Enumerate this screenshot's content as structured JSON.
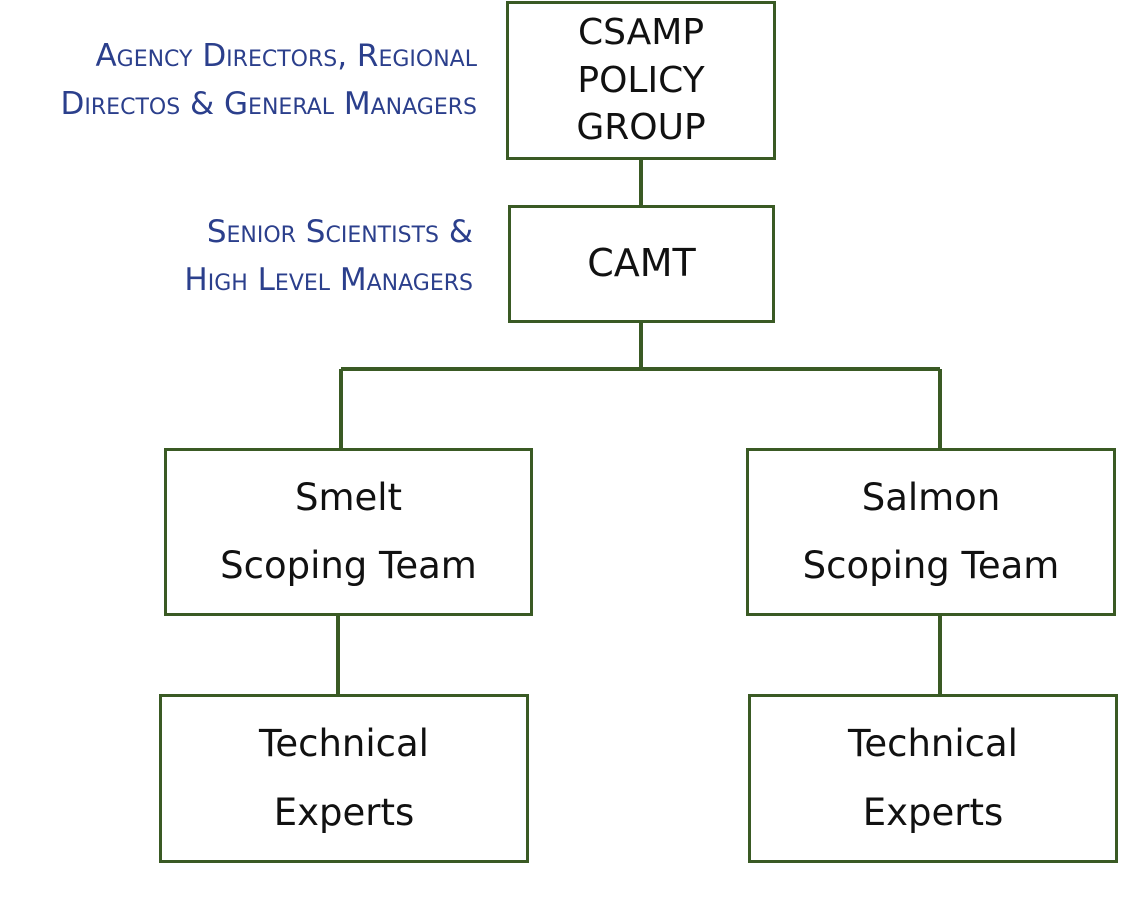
{
  "colors": {
    "box_border": "#3a5a24",
    "connector": "#3a5a24",
    "note_text": "#2b3f8c",
    "box_text": "#111111"
  },
  "notes": {
    "directors": {
      "line1": "Agency Directors, Regional",
      "line2": "Directos & General Managers"
    },
    "scientists": {
      "line1": "Senior Scientists &",
      "line2": "High Level Managers"
    }
  },
  "boxes": {
    "policy_group": {
      "line1": "CSAMP",
      "line2": "POLICY",
      "line3": "GROUP"
    },
    "camt": {
      "line1": "CAMT"
    },
    "smelt_team": {
      "line1": "Smelt",
      "line2": "Scoping Team"
    },
    "salmon_team": {
      "line1": "Salmon",
      "line2": "Scoping Team"
    },
    "smelt_experts": {
      "line1": "Technical",
      "line2": "Experts"
    },
    "salmon_experts": {
      "line1": "Technical",
      "line2": "Experts"
    }
  }
}
